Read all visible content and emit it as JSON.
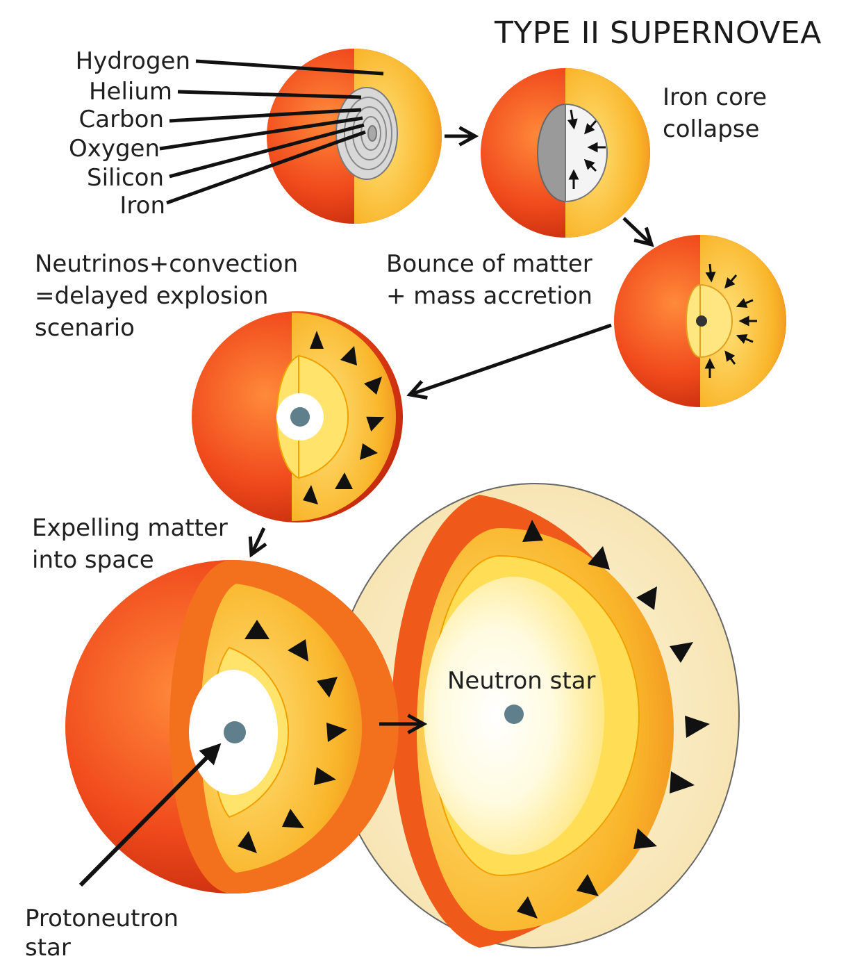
{
  "title": "TYPE II SUPERNOVEA",
  "layers": [
    "Hydrogen",
    "Helium",
    "Carbon",
    "Oxygen",
    "Silicon",
    "Iron"
  ],
  "stages": {
    "iron_core_collapse": [
      "Iron core",
      "collapse"
    ],
    "bounce": [
      "Bounce of matter",
      "+ mass accretion"
    ],
    "delayed_explosion": [
      "Neutrinos+convection",
      "=delayed explosion",
      "scenario"
    ],
    "expelling": [
      "Expelling matter",
      "into space"
    ],
    "neutron_star": "Neutron star",
    "protoneutron_star": [
      "Protoneutron",
      "star"
    ]
  },
  "colors": {
    "outer_shell": "#e8401a",
    "mid_shell": "#f58a1f",
    "inner_shell": "#fbc02d",
    "core_glow": "#fff7c2",
    "neutron_core": "#5f7f8c",
    "arrow": "#111111"
  }
}
